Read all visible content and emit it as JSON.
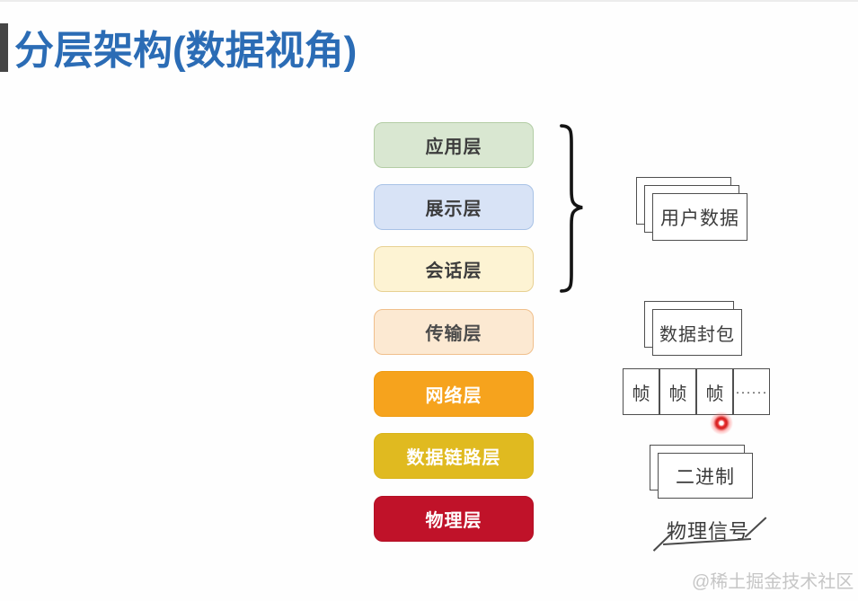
{
  "title": {
    "text": "分层架构(数据视角)",
    "color": "#2b6cb5",
    "accent_bar_color": "#454545"
  },
  "layers": [
    {
      "label": "应用层",
      "fill": "#d9e7d1",
      "border": "#b3cda5",
      "text_color": "#3c3c3c"
    },
    {
      "label": "展示层",
      "fill": "#d8e3f6",
      "border": "#a8c2e6",
      "text_color": "#3c3c3c"
    },
    {
      "label": "会话层",
      "fill": "#fdf3d3",
      "border": "#e7d092",
      "text_color": "#3c3c3c"
    },
    {
      "label": "传输层",
      "fill": "#fce9d2",
      "border": "#f0bf8c",
      "text_color": "#4a4a4a"
    },
    {
      "label": "网络层",
      "fill": "#f6a31d",
      "border": "#ef9b10",
      "text_color": "#ffffff"
    },
    {
      "label": "数据链路层",
      "fill": "#e0ba20",
      "border": "#d9b318",
      "text_color": "#ffffff"
    },
    {
      "label": "物理层",
      "fill": "#c01229",
      "border": "#b30f24",
      "text_color": "#ffffff"
    }
  ],
  "right_column": {
    "user_data": {
      "label": "用户数据",
      "stack_count": 3
    },
    "packet": {
      "label": "数据封包",
      "stack_count": 2
    },
    "frames": {
      "cells": [
        "帧",
        "帧",
        "帧",
        "······"
      ]
    },
    "binary": {
      "label": "二进制",
      "stack_count": 2
    },
    "physical_signal": {
      "label": "物理信号"
    }
  },
  "laser_pointer": {
    "color": "#e82f2f"
  },
  "watermark": {
    "text": "@稀土掘金技术社区",
    "color": "#c6c6c6"
  }
}
